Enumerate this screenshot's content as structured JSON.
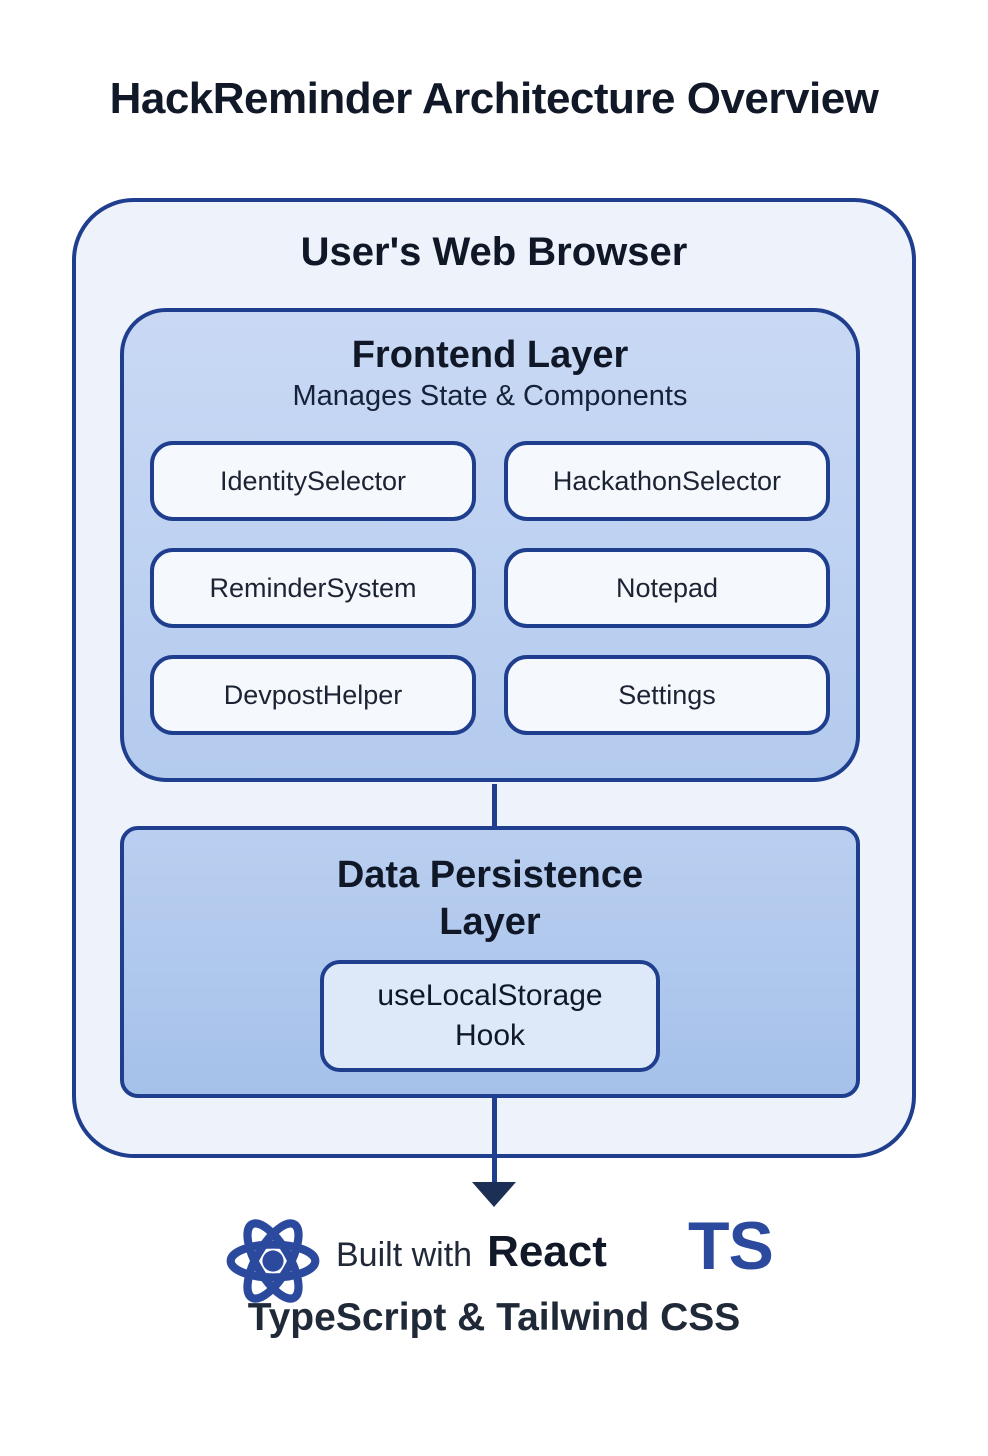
{
  "title": "HackReminder Architecture Overview",
  "browser": {
    "label": "User's Web Browser"
  },
  "frontend": {
    "title": "Frontend Layer",
    "subtitle": "Manages State & Components",
    "components": [
      "IdentitySelector",
      "HackathonSelector",
      "ReminderSystem",
      "Notepad",
      "DevpostHelper",
      "Settings"
    ]
  },
  "persistence": {
    "title": "Data Persistence\nLayer",
    "hook": "useLocalStorage\nHook"
  },
  "footer": {
    "built_with": "Built with",
    "react_label": "React",
    "ts_label": "TS",
    "stack_line": "TypeScript & Tailwind CSS",
    "react_icon": "react-atom-icon"
  },
  "colors": {
    "border_navy": "#1f3e8e",
    "arrow_navy": "#1c2f55",
    "outer_fill": "#edf2fb",
    "frontend_fill": "#bcd1f0",
    "persistence_fill": "#aac6ee",
    "component_fill": "#f5f8fd",
    "hook_fill": "#dde8f8",
    "react_ts_blue": "#2b4a9e",
    "text_dark": "#111827"
  }
}
